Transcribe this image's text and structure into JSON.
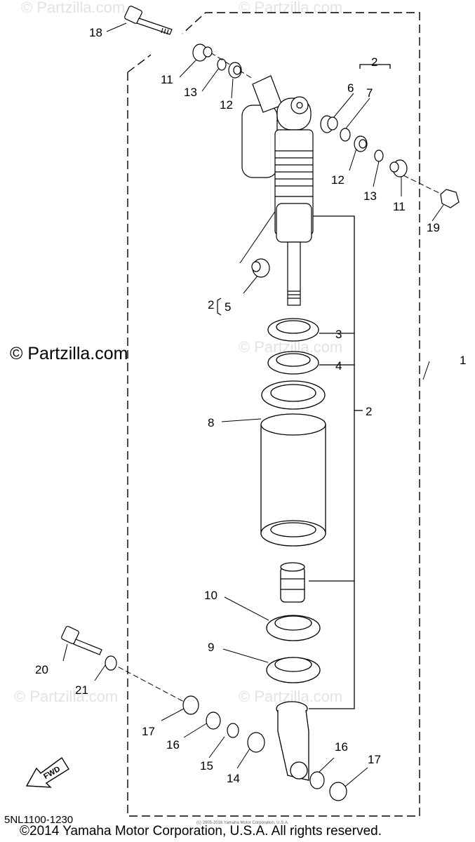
{
  "watermark": {
    "main": "© Partzilla.com",
    "faint": "© Partzilla.com"
  },
  "callouts": {
    "c1": "1",
    "c2a": "2",
    "c2b": "2",
    "c2c": "2",
    "c3": "3",
    "c4": "4",
    "c5": "5",
    "c6": "6",
    "c7": "7",
    "c8": "8",
    "c9": "9",
    "c10": "10",
    "c11a": "11",
    "c11b": "11",
    "c12a": "12",
    "c12b": "12",
    "c13a": "13",
    "c13b": "13",
    "c14": "14",
    "c15": "15",
    "c16a": "16",
    "c16b": "16",
    "c17a": "17",
    "c17b": "17",
    "c18": "18",
    "c19": "19",
    "c20": "20",
    "c21": "21"
  },
  "fwd_label": "FWD",
  "diagram_code": "5NL1100-1230",
  "copyright": "©2014 Yamaha Motor Corporation, U.S.A. All rights reserved.",
  "tiny_copyright": "(c) 2005-2016 Yamaha Motor Corporation, U.S.A."
}
